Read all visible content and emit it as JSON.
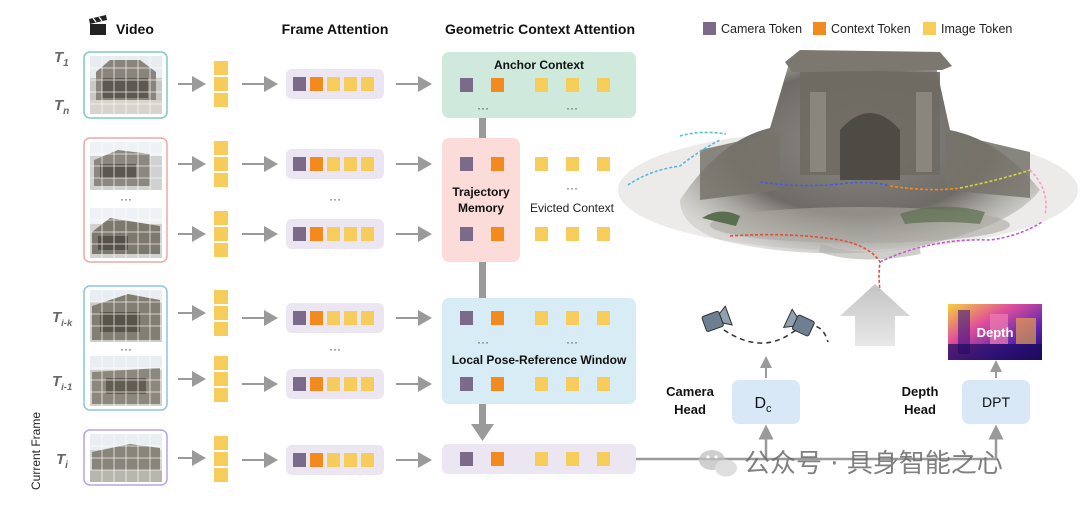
{
  "headers": {
    "video": "Video",
    "frame_attention": "Frame Attention",
    "geometric_context_attention": "Geometric Context Attention"
  },
  "legend": {
    "camera_token": "Camera Token",
    "context_token": "Context Token",
    "image_token": "Image Token"
  },
  "frame_labels": {
    "t1": "T",
    "t1_sub": "1",
    "tn": "T",
    "tn_sub": "n",
    "tik": "T",
    "tik_sub": "i-k",
    "ti1": "T",
    "ti1_sub": "i-1",
    "ti": "T",
    "ti_sub": "i"
  },
  "current_frame_label": "Current Frame",
  "anchor_context": {
    "title": "Anchor Context"
  },
  "trajectory_memory": {
    "title_line1": "Trajectory",
    "title_line2": "Memory"
  },
  "evicted_context": {
    "label": "Evicted Context"
  },
  "local_window": {
    "title": "Local Pose-Reference Window"
  },
  "ellipsis": "···",
  "camera_head": {
    "label_line1": "Camera",
    "label_line2": "Head",
    "box_main": "D",
    "box_sub": "c"
  },
  "depth_head": {
    "label_line1": "Depth",
    "label_line2": "Head",
    "box": "DPT"
  },
  "depth_map": {
    "label": "Depth"
  },
  "watermark": "公众号 · 具身智能之心",
  "colors": {
    "camera_token": "#7b6a8a",
    "context_token": "#f28a1e",
    "image_token": "#f6cc5a",
    "anchor_bg": "#cfeadd",
    "memory_bg": "#fbdcd8",
    "local_bg": "#d8ecf6",
    "frame_attn_bg": "#ebe6f2",
    "head_box_bg": "#d8e8f6",
    "border_teal": "#7ecbb8",
    "border_red": "#f0a8a0",
    "border_blue": "#8cc4e4",
    "border_purple": "#b8a4e0"
  }
}
